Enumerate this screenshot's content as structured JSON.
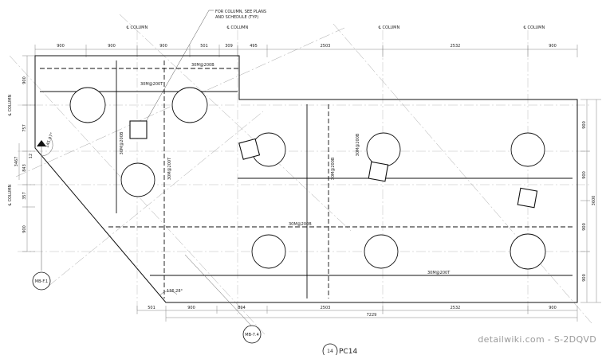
{
  "note": {
    "line1": "FOR COLUMN, SEE PLANS",
    "line2": "AND SCHEDULE (TYP)"
  },
  "column_labels": {
    "c1": "℄ COLUMN",
    "c2": "℄ COLUMN",
    "c3": "℄ COLUMN",
    "c4": "℄ COLUMN",
    "left1": "℄ COLUMN",
    "left2": "℄ COLUMN"
  },
  "top_dims": {
    "d1": "900",
    "d2": "900",
    "d3": "900",
    "d4": "501",
    "d5": "309",
    "d6": "495",
    "d7": "2503",
    "d8": "2532",
    "d9": "900"
  },
  "left_dims": {
    "d1": "900",
    "d2": "757",
    "d3": "3467",
    "d4": "843",
    "d5": "357",
    "d6": "900",
    "d7": "12"
  },
  "right_dims": {
    "d1": "900",
    "d2": "900",
    "d3": "3600",
    "d4": "900",
    "d5": "900"
  },
  "bottom_dims": {
    "d1": "501",
    "d2": "900",
    "d3": "894",
    "d4": "2503",
    "d5": "2532",
    "d6": "900",
    "total": "7229"
  },
  "rebar": {
    "r1": "30M@200B",
    "r2": "30M@200T",
    "r3": "30M@200B",
    "r4": "30M@200T",
    "r5": "30M@200B",
    "r6": "30M@200B",
    "r7": "30M@200B",
    "r8": "30M@200T"
  },
  "angles": {
    "a1": "145.07°",
    "a2": "136.28°"
  },
  "sections": {
    "s1": "MB-F.1",
    "s2": "MB-7.4"
  },
  "title": {
    "number": "14",
    "name": "PC14"
  },
  "watermark": "detailwiki.com - S-2DQVD"
}
